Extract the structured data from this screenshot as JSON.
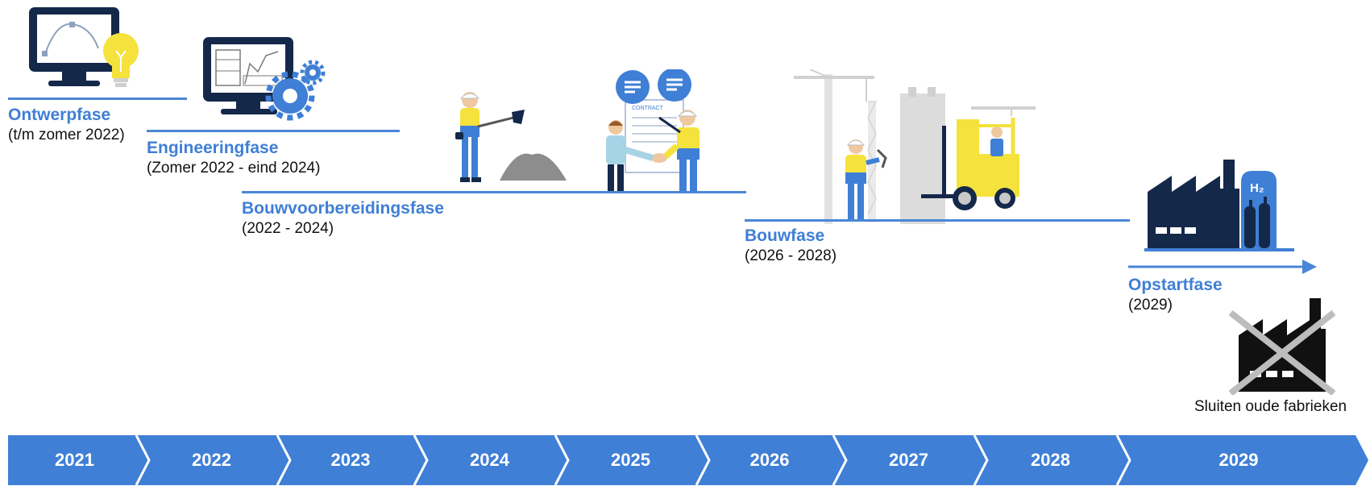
{
  "phases": [
    {
      "title": "Ontwerpfase",
      "period": "(t/m zomer 2022)"
    },
    {
      "title": "Engineeringfase",
      "period": "(Zomer 2022 - eind 2024)"
    },
    {
      "title": "Bouwvoorbereidingsfase",
      "period": "(2022 - 2024)"
    },
    {
      "title": "Bouwfase",
      "period": "(2026 - 2028)"
    },
    {
      "title": "Opstartfase",
      "period": "(2029)"
    }
  ],
  "closing": {
    "label": "Sluiten oude fabrieken"
  },
  "contract_text": "CONTRACT",
  "h2_badge": "H₂",
  "timeline": {
    "years": [
      "2021",
      "2022",
      "2023",
      "2024",
      "2025",
      "2026",
      "2027",
      "2028",
      "2029"
    ]
  },
  "colors": {
    "accent": "#3f7fd6",
    "navy": "#14284a",
    "yellow": "#f5e23c",
    "timeline": "#3f7fd6"
  },
  "icons": [
    "monitor-lightbulb-icon",
    "monitor-gears-icon",
    "worker-shovel-icon",
    "contract-handshake-icon",
    "construction-forklift-icon",
    "factory-hydrogen-icon",
    "closed-factory-icon",
    "arrow-right-icon"
  ]
}
